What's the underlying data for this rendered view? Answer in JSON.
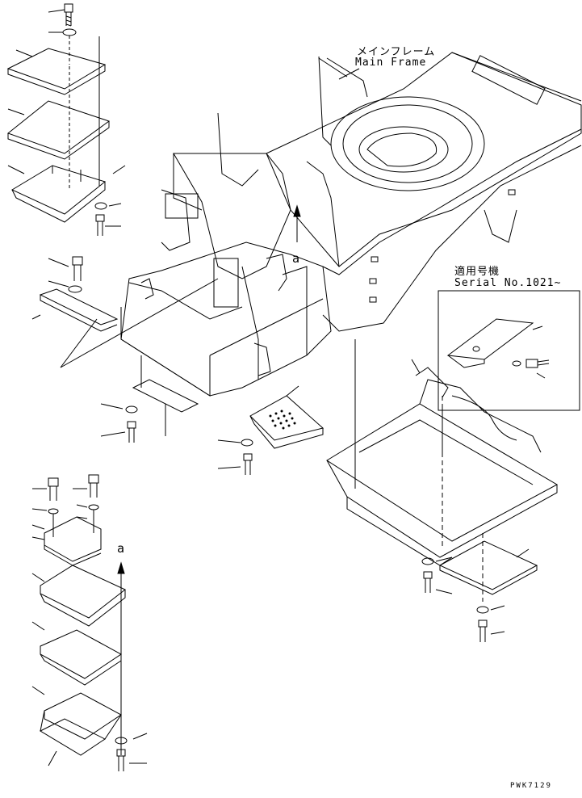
{
  "labels": {
    "main_frame_jp": "メインフレーム",
    "main_frame_en": "Main Frame",
    "serial_jp": "適用号機",
    "serial_en": "Serial No.1021~",
    "callout_a_1": "a",
    "callout_a_2": "a",
    "drawing_code": "PWK7129"
  }
}
